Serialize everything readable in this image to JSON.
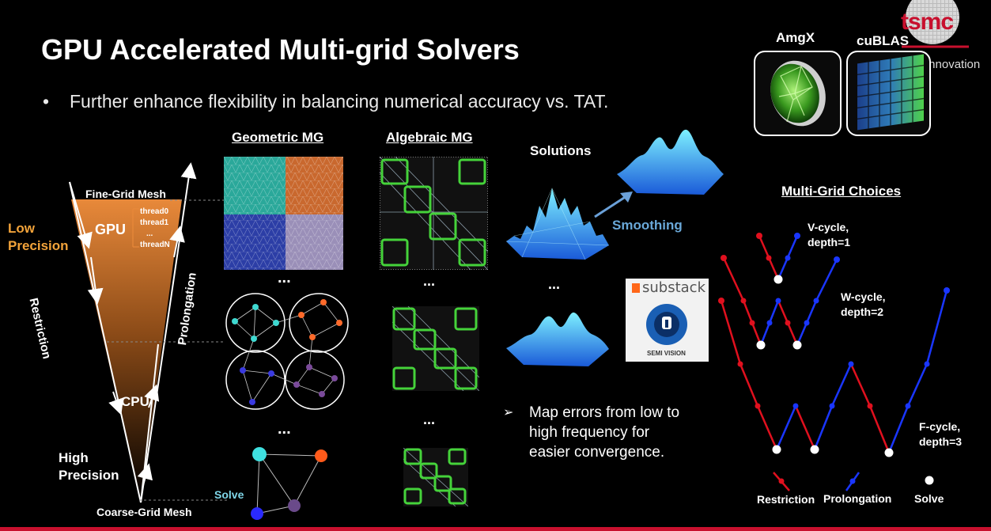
{
  "slide": {
    "title": "GPU Accelerated Multi-grid Solvers",
    "bullet": "Further enhance flexibility in balancing numerical accuracy vs. TAT.",
    "bullet_marker": "•"
  },
  "brand": {
    "logo_text": "tsmc",
    "partial_text": "Innovation",
    "accent_color": "#c8102e"
  },
  "libraries": {
    "amgx_label": "AmgX",
    "cublas_label": "cuBLAS"
  },
  "funnel": {
    "top_label": "Fine-Grid Mesh",
    "bottom_label": "Coarse-Grid Mesh",
    "gpu_label": "GPU",
    "threads": [
      "thread0",
      "thread1",
      "...",
      "threadN"
    ],
    "cpu_label": "CPU",
    "restriction_label": "Restriction",
    "prolongation_label": "Prolongation",
    "low_precision": [
      "Low",
      "Precision"
    ],
    "high_precision": [
      "High",
      "Precision"
    ],
    "solve_label": "Solve",
    "gradient_top_color": "#e8893a",
    "gradient_bottom_color": "#000000"
  },
  "columns": {
    "geometric_header": "Geometric MG",
    "algebraic_header": "Algebraic MG",
    "solutions_header": "Solutions",
    "ellipsis": "...",
    "smoothing_label": "Smoothing"
  },
  "note": {
    "marker": "➢",
    "lines": [
      "Map errors from low to",
      "high frequency for",
      "easier convergence."
    ]
  },
  "watermark": {
    "name": "substack",
    "sub": "SEMI VISION"
  },
  "multigrid": {
    "header": "Multi-Grid Choices",
    "vcycle": [
      "V-cycle,",
      "depth=1"
    ],
    "wcycle": [
      "W-cycle,",
      "depth=2"
    ],
    "fcycle": [
      "F-cycle,",
      "depth=3"
    ],
    "legend": {
      "restriction": "Restriction",
      "prolongation": "Prolongation",
      "solve": "Solve"
    },
    "restriction_color": "#e0101e",
    "prolongation_color": "#1a36ff",
    "solve_color": "#ffffff"
  }
}
